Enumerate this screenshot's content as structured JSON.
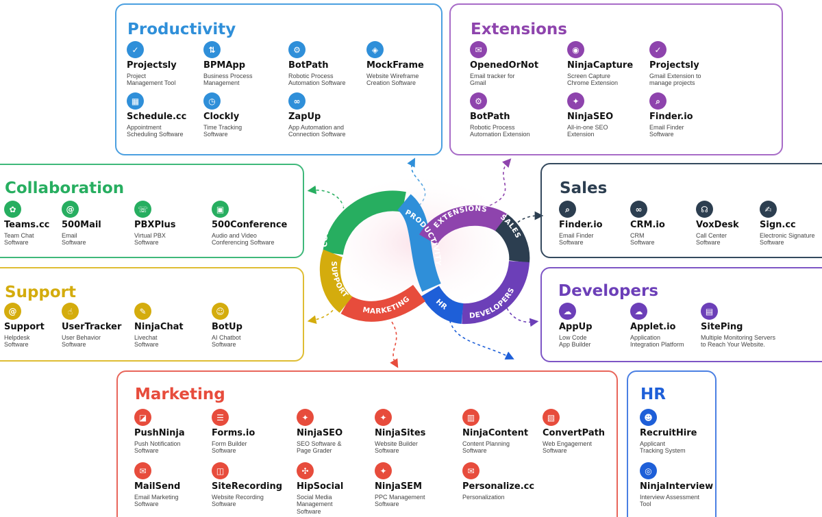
{
  "colors": {
    "productivity": "#2f8fd9",
    "extensions": "#8e44ad",
    "collaboration": "#27ae60",
    "support": "#d4ac0d",
    "marketing": "#e74c3c",
    "hr": "#1e5fd8",
    "sales": "#2c3e50",
    "developers": "#6c3fb8"
  },
  "categories": [
    {
      "id": "productivity",
      "title": "Productivity",
      "apps": [
        {
          "name": "Projectsly",
          "desc": [
            "Project",
            "Management Tool"
          ],
          "icon": "checkbox-icon"
        },
        {
          "name": "BPMApp",
          "desc": [
            "Business Process",
            "Management"
          ],
          "icon": "workflow-icon"
        },
        {
          "name": "BotPath",
          "desc": [
            "Robotic Process",
            "Automation Software"
          ],
          "icon": "robot-icon"
        },
        {
          "name": "MockFrame",
          "desc": [
            "Website Wireframe",
            "Creation Software"
          ],
          "icon": "wireframe-icon"
        },
        {
          "name": "Schedule.cc",
          "desc": [
            "Appointment",
            "Scheduling Software"
          ],
          "icon": "calendar-icon"
        },
        {
          "name": "Clockly",
          "desc": [
            "Time Tracking",
            "Software"
          ],
          "icon": "clock-icon"
        },
        {
          "name": "ZapUp",
          "desc": [
            "App Automation and",
            "Connection Software"
          ],
          "icon": "link-icon"
        }
      ]
    },
    {
      "id": "extensions",
      "title": "Extensions",
      "apps": [
        {
          "name": "OpenedOrNot",
          "desc": [
            "Email tracker for",
            "Gmail"
          ],
          "icon": "mail-open-icon"
        },
        {
          "name": "NinjaCapture",
          "desc": [
            "Screen Capture",
            "Chrome Extension"
          ],
          "icon": "capture-icon"
        },
        {
          "name": "Projectsly",
          "desc": [
            "Gmail Extension to",
            "manage projects"
          ],
          "icon": "checkbox-icon"
        },
        {
          "name": "BotPath",
          "desc": [
            "Robotic Process",
            "Automation Extension"
          ],
          "icon": "robot-icon"
        },
        {
          "name": "NinjaSEO",
          "desc": [
            "All-in-one SEO",
            "Extension"
          ],
          "icon": "ninja-icon"
        },
        {
          "name": "Finder.io",
          "desc": [
            "Email Finder",
            "Software"
          ],
          "icon": "search-icon"
        }
      ]
    },
    {
      "id": "collaboration",
      "title": "Collaboration",
      "apps": [
        {
          "name": "Teams.cc",
          "desc": [
            "Team Chat",
            "Software"
          ],
          "icon": "team-icon"
        },
        {
          "name": "500Mail",
          "desc": [
            "Email",
            "Software"
          ],
          "icon": "at-icon"
        },
        {
          "name": "PBXPlus",
          "desc": [
            "Virtual PBX",
            "Software"
          ],
          "icon": "phone-icon"
        },
        {
          "name": "500Conference",
          "desc": [
            "Audio and Video",
            "Conferencing Software"
          ],
          "icon": "video-icon"
        }
      ]
    },
    {
      "id": "support",
      "title": "Support",
      "apps": [
        {
          "name": "Support",
          "desc": [
            "Helpdesk",
            "Software"
          ],
          "icon": "at-icon"
        },
        {
          "name": "UserTracker",
          "desc": [
            "User Behavior",
            "Software"
          ],
          "icon": "pointer-icon"
        },
        {
          "name": "NinjaChat",
          "desc": [
            "Livechat",
            "Software"
          ],
          "icon": "chat-icon"
        },
        {
          "name": "BotUp",
          "desc": [
            "AI Chatbot",
            "Software"
          ],
          "icon": "bot-icon"
        }
      ]
    },
    {
      "id": "sales",
      "title": "Sales",
      "apps": [
        {
          "name": "Finder.io",
          "desc": [
            "Email Finder",
            "Software"
          ],
          "icon": "search-icon"
        },
        {
          "name": "CRM.io",
          "desc": [
            "CRM",
            "Software"
          ],
          "icon": "crm-icon"
        },
        {
          "name": "VoxDesk",
          "desc": [
            "Call Center",
            "Software"
          ],
          "icon": "headset-icon"
        },
        {
          "name": "Sign.cc",
          "desc": [
            "Electronic Signature",
            "Software"
          ],
          "icon": "signature-icon"
        }
      ]
    },
    {
      "id": "developers",
      "title": "Developers",
      "apps": [
        {
          "name": "AppUp",
          "desc": [
            "Low Code",
            "App Builder"
          ],
          "icon": "cloud-icon"
        },
        {
          "name": "Applet.io",
          "desc": [
            "Application",
            "Integration Platform"
          ],
          "icon": "cloud-link-icon"
        },
        {
          "name": "SitePing",
          "desc": [
            "Multiple Monitoring Servers",
            "to Reach Your Website."
          ],
          "icon": "monitor-icon"
        }
      ]
    },
    {
      "id": "marketing",
      "title": "Marketing",
      "apps": [
        {
          "name": "PushNinja",
          "desc": [
            "Push Notification",
            "Software"
          ],
          "icon": "bell-icon"
        },
        {
          "name": "Forms.io",
          "desc": [
            "Form Builder",
            "Software"
          ],
          "icon": "form-icon"
        },
        {
          "name": "NinjaSEO",
          "desc": [
            "SEO Software &",
            "Page Grader"
          ],
          "icon": "ninja-icon"
        },
        {
          "name": "NinjaSites",
          "desc": [
            "Website Builder",
            "Software"
          ],
          "icon": "globe-icon"
        },
        {
          "name": "NinjaContent",
          "desc": [
            "Content Planning",
            "Software"
          ],
          "icon": "content-icon"
        },
        {
          "name": "ConvertPath",
          "desc": [
            "Web Engagement",
            "Software"
          ],
          "icon": "path-icon"
        },
        {
          "name": "MailSend",
          "desc": [
            "Email Marketing",
            "Software"
          ],
          "icon": "mail-icon"
        },
        {
          "name": "SiteRecording",
          "desc": [
            "Website Recording",
            "Software"
          ],
          "icon": "record-icon"
        },
        {
          "name": "HipSocial",
          "desc": [
            "Social Media",
            "Management",
            "Software"
          ],
          "icon": "share-icon"
        },
        {
          "name": "NinjaSEM",
          "desc": [
            "PPC Management",
            "Software"
          ],
          "icon": "ninja-icon"
        },
        {
          "name": "Personalize.cc",
          "desc": [
            "Personalization"
          ],
          "icon": "mail-send-icon"
        }
      ]
    },
    {
      "id": "hr",
      "title": "HR",
      "apps": [
        {
          "name": "RecruitHire",
          "desc": [
            "Applicant",
            "Tracking System"
          ],
          "icon": "person-icon"
        },
        {
          "name": "NinjaInterview",
          "desc": [
            "Interview Assessment",
            "Tool"
          ],
          "icon": "interview-icon"
        }
      ]
    }
  ],
  "wheel": {
    "segments": [
      {
        "label": "COLLABORATION",
        "color": "#27ae60"
      },
      {
        "label": "PRODUCTIVITY",
        "color": "#2f8fd9"
      },
      {
        "label": "EXTENSIONS",
        "color": "#8e44ad"
      },
      {
        "label": "SALES",
        "color": "#2c3e50"
      },
      {
        "label": "DEVELOPERS",
        "color": "#6c3fb8"
      },
      {
        "label": "HR",
        "color": "#1e5fd8"
      },
      {
        "label": "MARKETING",
        "color": "#e74c3c"
      },
      {
        "label": "SUPPORT",
        "color": "#d4ac0d"
      }
    ]
  }
}
